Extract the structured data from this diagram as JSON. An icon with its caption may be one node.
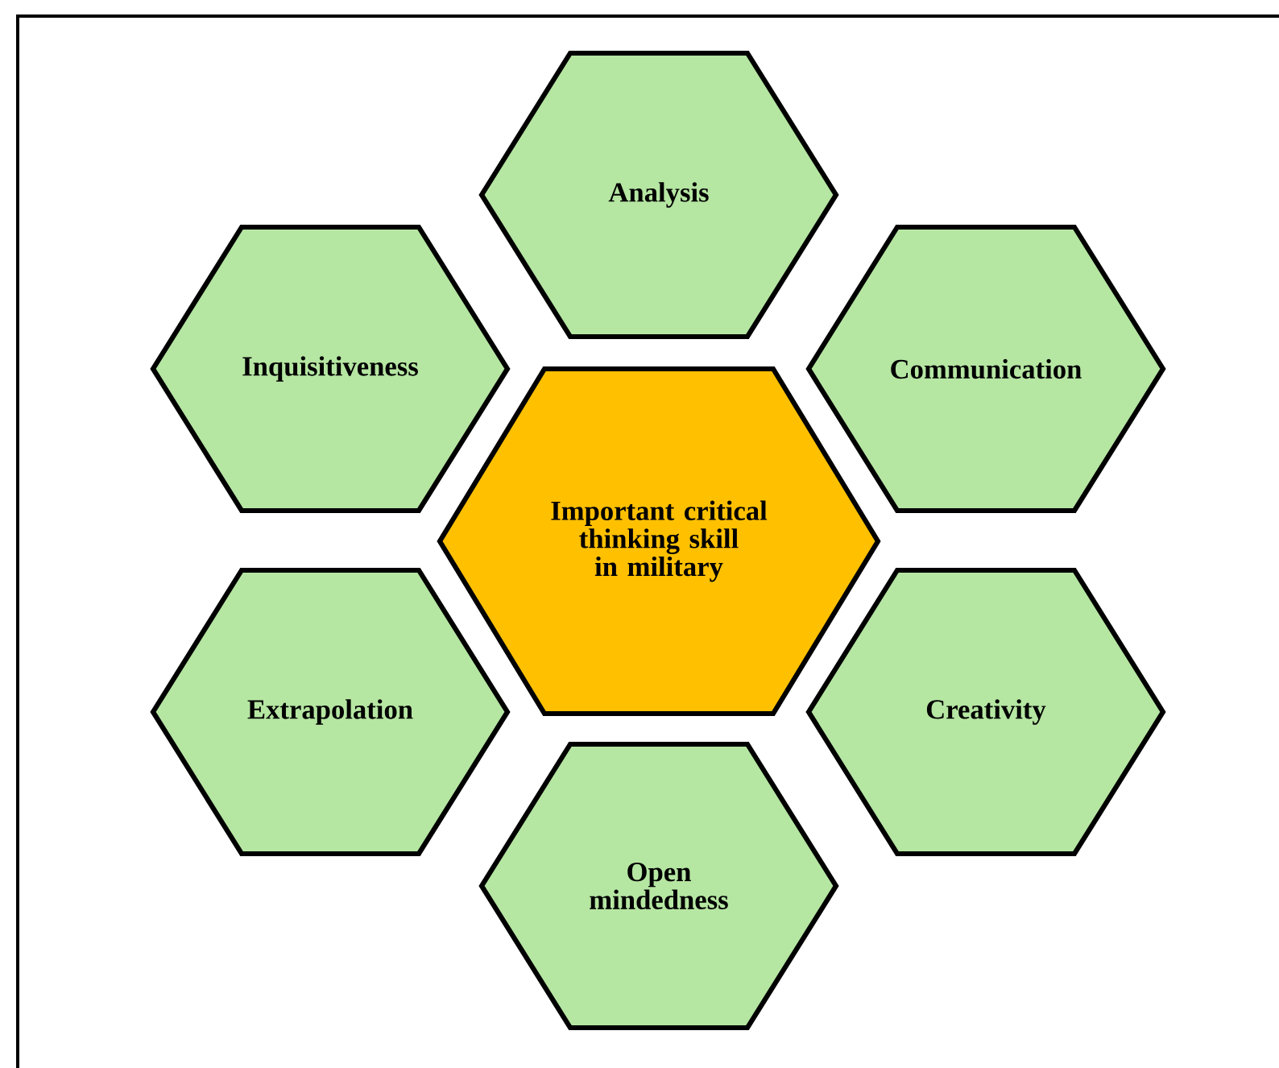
{
  "diagram": {
    "nodes": [
      {
        "text": [
          "Analysis"
        ]
      },
      {
        "text": [
          "Inquisitiveness"
        ]
      },
      {
        "text": [
          "Communication"
        ]
      },
      {
        "text": [
          "Important critical thinking skill in military"
        ]
      },
      {
        "text": [
          "Extrapolation"
        ]
      },
      {
        "text": [
          "Creativity"
        ]
      },
      {
        "text": [
          "Open mindedness"
        ]
      }
    ]
  }
}
